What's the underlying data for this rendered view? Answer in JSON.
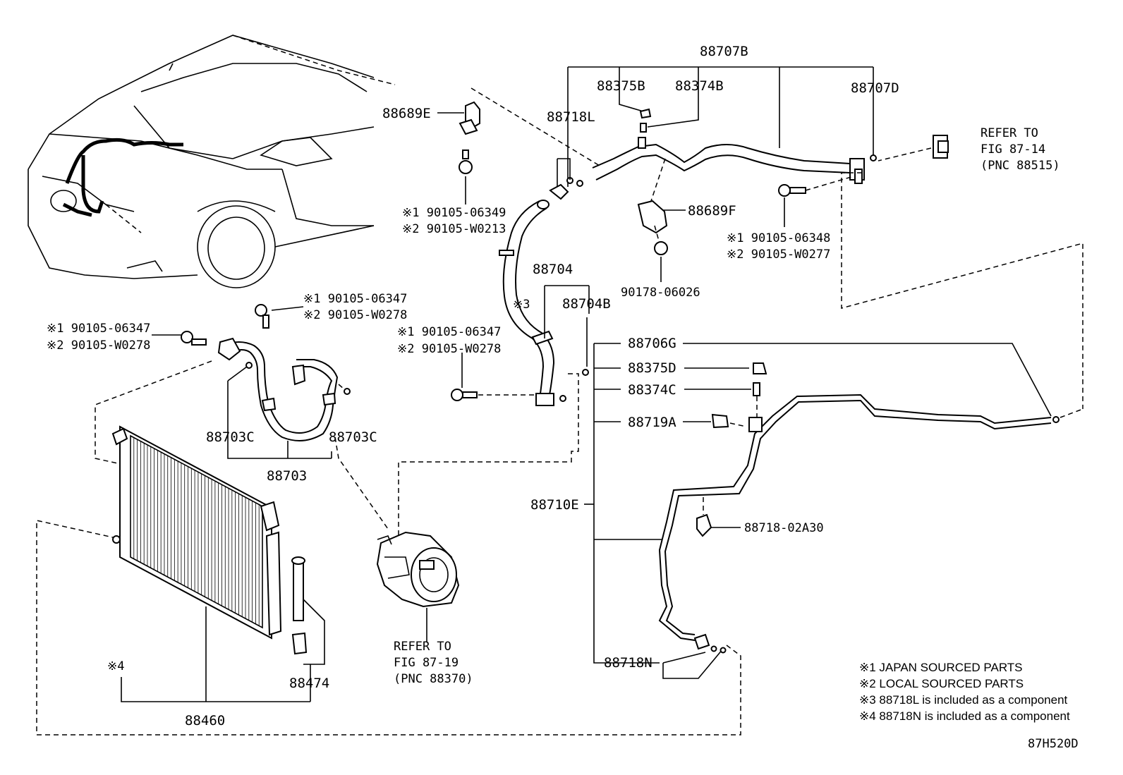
{
  "labels": {
    "p88707B": "88707B",
    "p88375B": "88375B",
    "p88374B": "88374B",
    "p88707D": "88707D",
    "p88689E": "88689E",
    "p88718L": "88718L",
    "p88689F": "88689F",
    "p90178": "90178-06026",
    "p88704": "88704",
    "p88704B": "88704B",
    "p88706G": "88706G",
    "p88375D": "88375D",
    "p88374C": "88374C",
    "p88719A": "88719A",
    "p88710E": "88710E",
    "p88718_02A30": "88718-02A30",
    "p88718N": "88718N",
    "p88703C_left": "88703C",
    "p88703C_right": "88703C",
    "p88703": "88703",
    "p88474": "88474",
    "p88460": "88460",
    "mark3": "※3",
    "mark4": "※4",
    "diagram_id": "87H520D"
  },
  "bolts": {
    "b1_a": "※1 90105-06349",
    "b1_b": "※2 90105-W0213",
    "b2_a": "※1 90105-06348",
    "b2_b": "※2 90105-W0277",
    "b3_a": "※1 90105-06347",
    "b3_b": "※2 90105-W0278",
    "b4_a": "※1 90105-06347",
    "b4_b": "※2 90105-W0278",
    "b5_a": "※1 90105-06347",
    "b5_b": "※2 90105-W0278"
  },
  "refs": {
    "right_1": "REFER TO",
    "right_2": "FIG 87-14",
    "right_3": "(PNC 88515)",
    "bottom_1": "REFER TO",
    "bottom_2": "FIG 87-19",
    "bottom_3": "(PNC 88370)"
  },
  "notes": {
    "n1": "※1 JAPAN SOURCED PARTS",
    "n2": "※2 LOCAL SOURCED PARTS",
    "n3": "※3 88718L is included as a component",
    "n4": "※4 88718N is included as a component"
  }
}
